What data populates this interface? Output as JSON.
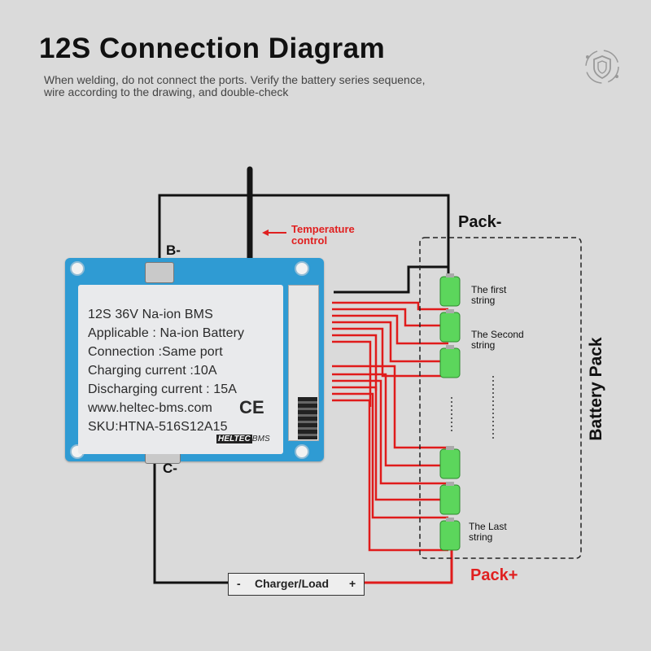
{
  "header": {
    "title": "12S Connection Diagram",
    "subtitle_line1": "When welding, do not connect the ports. Verify the battery series sequence,",
    "subtitle_line2": "wire according to the drawing, and double-check"
  },
  "icons": {
    "badge": "shield-badge-icon"
  },
  "labels": {
    "temperature_line1": "Temperature",
    "temperature_line2": "control",
    "b_minus": "B-",
    "c_minus": "C-",
    "pack_minus": "Pack-",
    "pack_plus": "Pack+",
    "battery_pack": "Battery Pack",
    "first_string_1": "The first",
    "first_string_2": "string",
    "second_string_1": "The Second",
    "second_string_2": "string",
    "last_string_1": "The Last",
    "last_string_2": "string"
  },
  "bms": {
    "line1": "12S 36V Na-ion BMS",
    "line2": "Applicable : Na-ion Battery",
    "line3": "Connection :Same port",
    "line4": "Charging current :10A",
    "line5": "Discharging current : 15A",
    "line6": "www.heltec-bms.com",
    "line7": "SKU:HTNA-516S12A15",
    "ce_mark": "CE",
    "brand": "HELTEC",
    "brand_suffix": "BMS"
  },
  "charger": {
    "minus": "-",
    "label": "Charger/Load",
    "plus": "+"
  },
  "colors": {
    "wire_red": "#e01b1b",
    "wire_black": "#111111",
    "board_blue": "#2f9bd3",
    "cell_green": "#5cd65c",
    "accent_red": "#e02020"
  }
}
